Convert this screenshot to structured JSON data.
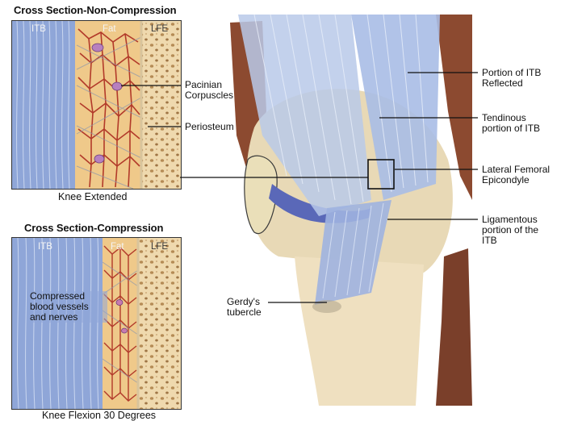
{
  "panel_top": {
    "title": "Cross Section-Non-Compression",
    "caption": "Knee Extended",
    "col_itb": "ITB",
    "col_fat": "Fat",
    "col_lfe": "LFE"
  },
  "panel_bottom": {
    "title": "Cross Section-Compression",
    "caption": "Knee Flexion 30 Degrees",
    "col_itb": "ITB",
    "col_fat": "Fat",
    "col_lfe": "LFE",
    "compressed_label": "Compressed blood vessels and nerves"
  },
  "labels": {
    "pacinian": "Pacinian Corpuscles",
    "periosteum": "Periosteum",
    "portion_itb_reflected": "Portion of ITB Reflected",
    "tendinous": "Tendinous portion of ITB",
    "lateral_femoral": "Lateral Femoral Epicondyle",
    "ligamentous": "Ligamentous portion of the ITB",
    "gerdys": "Gerdy's tubercle"
  },
  "colors": {
    "itb_blue": "#8fa6d8",
    "fat_yellow": "#efc98a",
    "vessel_red": "#b23a2a",
    "bone_beige": "#efe0c0",
    "muscle_brown": "#8c4a30",
    "cartilage_blue": "#5a68b8"
  }
}
